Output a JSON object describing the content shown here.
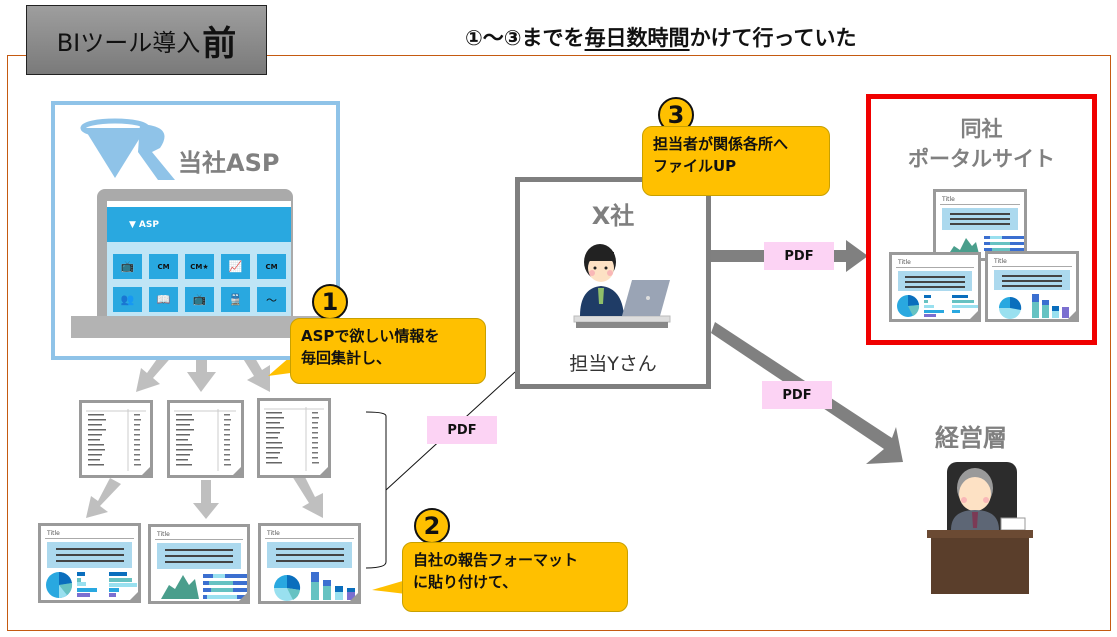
{
  "header": {
    "title_prefix": "BIツール導入",
    "title_emphasis": "前",
    "headline_before": "①〜③までを",
    "headline_emphasis": "毎日数時間",
    "headline_after": "かけて行っていた"
  },
  "asp_panel": {
    "title": "当社ASP",
    "screen_label": "ASP",
    "tiles": [
      "tv-chart-icon",
      "tv-cm-icon",
      "tv-cm-star-icon",
      "tv-trend-icon",
      "radio-cm-icon",
      "people-icon",
      "book-icon",
      "tv-person-icon",
      "train-icon",
      "radio-wave-icon"
    ]
  },
  "steps": [
    {
      "number": "1",
      "lines": [
        "ASPで欲しい情報を",
        "毎回集計し、"
      ]
    },
    {
      "number": "2",
      "lines": [
        "自社の報告フォーマット",
        "に貼り付けて、"
      ]
    },
    {
      "number": "3",
      "lines": [
        "担当者が関係各所へ",
        "ファイルUP"
      ]
    }
  ],
  "company_x": {
    "title": "X社",
    "person": "担当Yさん"
  },
  "portal": {
    "title_line1": "同社",
    "title_line2": "ポータルサイト"
  },
  "management": {
    "title": "経営層"
  },
  "flow_labels": {
    "pdf_from_reports": "PDF",
    "pdf_to_portal": "PDF",
    "pdf_to_management": "PDF"
  },
  "report_doc": {
    "title_label": "Title"
  },
  "colors": {
    "frame": "#c55a11",
    "asp_border": "#8fc3e8",
    "callout": "#ffc000",
    "portal_border": "#f00000",
    "pdf_tag": "#fcd3f4",
    "arrow_gray": "#808080",
    "light_arrow": "#bfbfbf"
  }
}
